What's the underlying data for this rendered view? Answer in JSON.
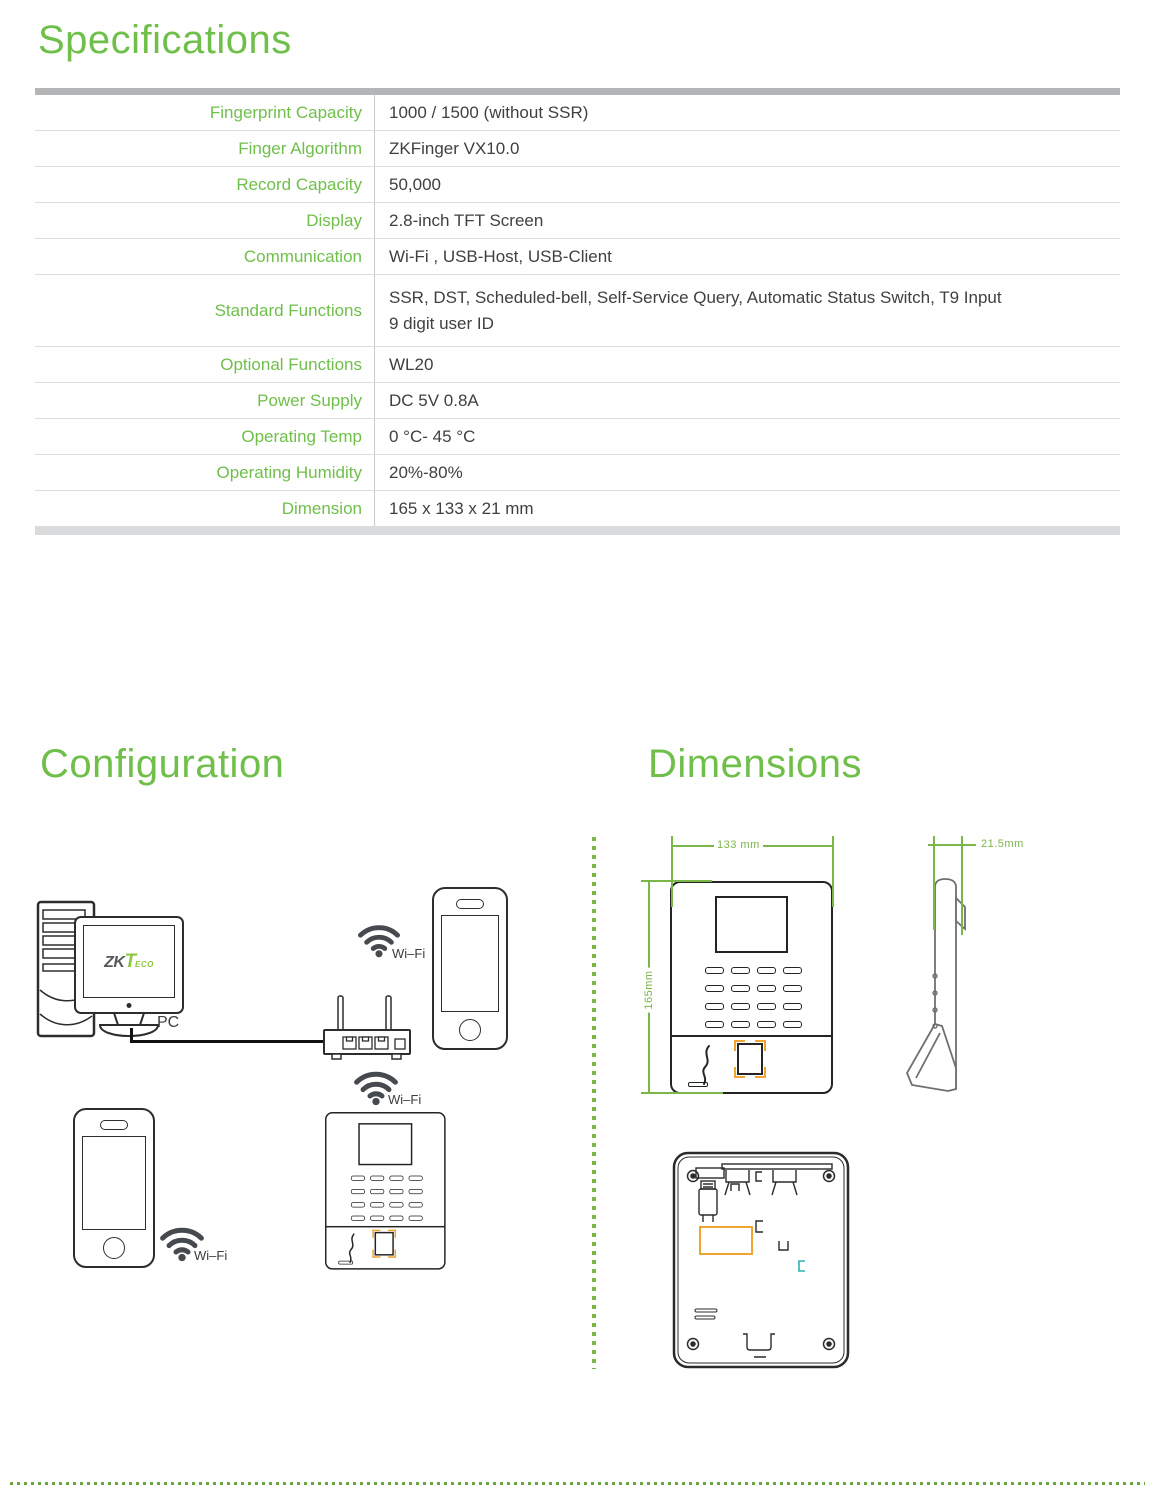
{
  "titles": {
    "specifications": "Specifications",
    "configuration": "Configuration",
    "dimensions": "Dimensions"
  },
  "spec_table": {
    "rows": [
      {
        "label": "Fingerprint Capacity",
        "lines": [
          "1000 / 1500 (without SSR)"
        ]
      },
      {
        "label": "Finger Algorithm",
        "lines": [
          "ZKFinger VX10.0"
        ]
      },
      {
        "label": "Record Capacity",
        "lines": [
          "50,000"
        ]
      },
      {
        "label": "Display",
        "lines": [
          "2.8-inch TFT Screen"
        ]
      },
      {
        "label": "Communication",
        "lines": [
          "Wi-Fi , USB-Host, USB-Client"
        ]
      },
      {
        "label": "Standard Functions",
        "lines": [
          "SSR, DST, Scheduled-bell, Self-Service Query, Automatic Status Switch, T9 Input",
          "9 digit user ID"
        ]
      },
      {
        "label": "Optional Functions",
        "lines": [
          "WL20"
        ]
      },
      {
        "label": "Power Supply",
        "lines": [
          "DC 5V 0.8A"
        ]
      },
      {
        "label": "Operating Temp",
        "lines": [
          "0 °C- 45 °C"
        ]
      },
      {
        "label": "Operating Humidity",
        "lines": [
          "20%-80%"
        ]
      },
      {
        "label": "Dimension",
        "lines": [
          "165 x 133 x 21 mm"
        ]
      }
    ]
  },
  "configuration": {
    "pc_label": "PC",
    "wifi_label": "Wi–Fi",
    "logo": {
      "zk": "ZK",
      "t": "T",
      "eco": "ECO"
    }
  },
  "dimensions": {
    "width_label": "133 mm",
    "height_label": "165mm",
    "depth_label": "21.5mm"
  },
  "colors": {
    "accent_green": "#6fbf4a",
    "dimension_green": "#7ab648",
    "orange_accent": "#f0a432",
    "logo_green": "#8dc63f",
    "logo_gray": "#58595b"
  }
}
